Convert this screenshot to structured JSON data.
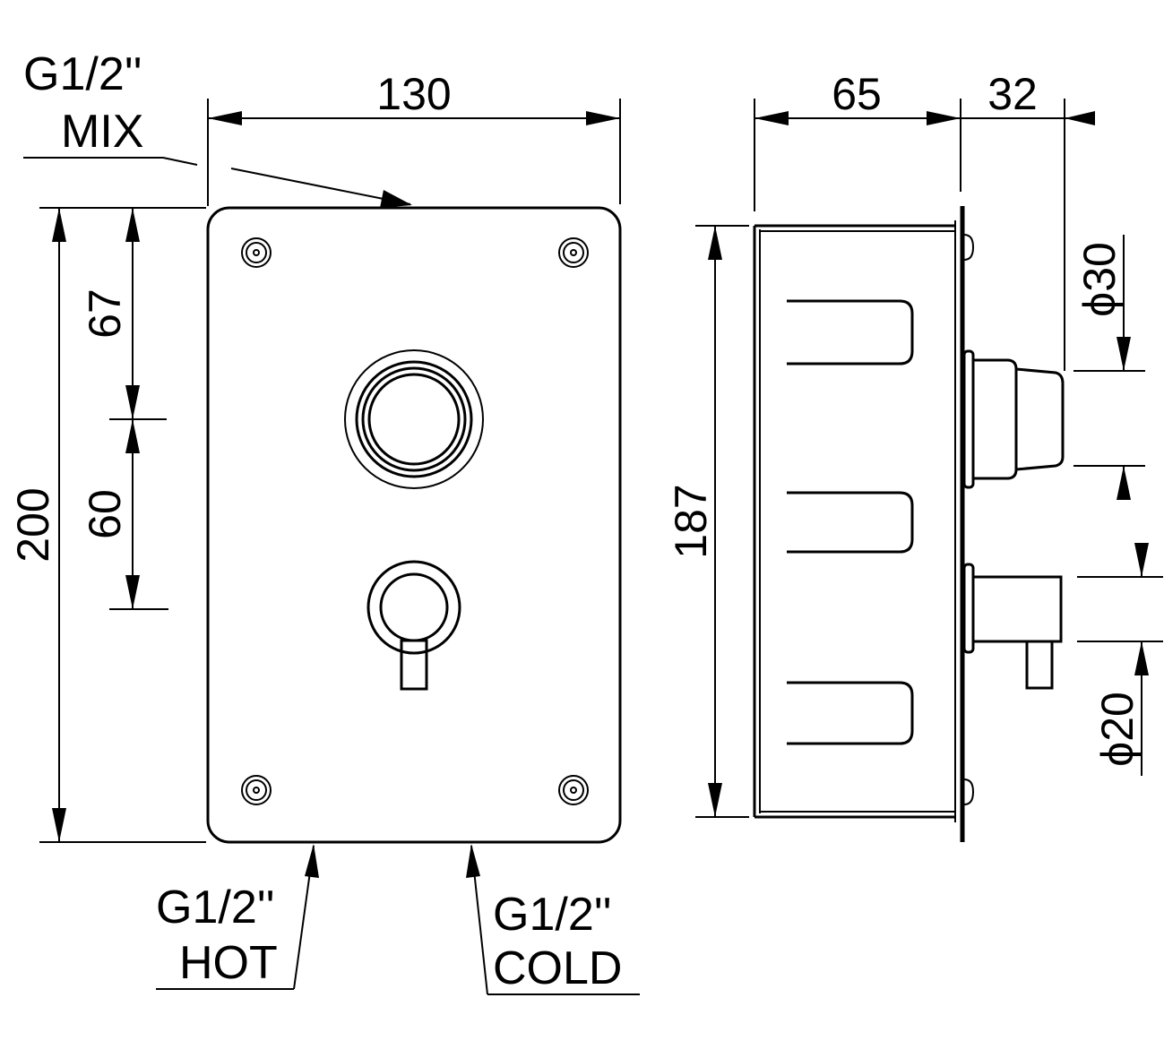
{
  "labels": {
    "mix_g": "G1/2''",
    "mix": "MIX",
    "hot_g": "G1/2''",
    "hot": "HOT",
    "cold_g": "G1/2''",
    "cold": "COLD"
  },
  "dimensions": {
    "width": "130",
    "depth": "65",
    "depth_extra": "32",
    "height_total": "200",
    "height_top": "67",
    "height_mid": "60",
    "height_body": "187",
    "dia_knob": "ϕ30",
    "dia_spout": "ϕ20"
  }
}
